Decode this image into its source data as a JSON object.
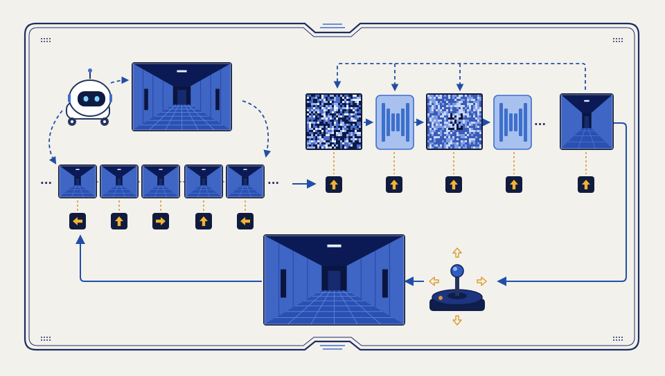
{
  "colors": {
    "background": "#f3f1ec",
    "frame": "#1b2d63",
    "flow_blue": "#1e4fa8",
    "dash_blue": "#1f4ea3",
    "tick_orange": "#d99a2b",
    "key_fill": "#101b3d",
    "key_arrow": "#f2b233",
    "denoiser_fill": "#a9c1ef",
    "denoiser_bar": "#3d6fcc",
    "corridor_dark": "#0b1a55",
    "corridor_mid": "#1f3f9a",
    "corridor_light": "#3f66c4",
    "robot_white": "#ffffff",
    "robot_face": "#0e1c44",
    "robot_eye": "#7fd3ff",
    "joystick_base": "#0f1e4a"
  },
  "icons": {
    "robot": "robot-icon",
    "joystick": "joystick-icon",
    "denoiser": "denoiser-icon",
    "noise": "noise-frame-icon",
    "corridor": "corridor-frame-icon",
    "arrow_key": "arrow-key-icon",
    "direction_hint": "direction-arrow-icon"
  },
  "ellipsis": "...",
  "context_actions": [
    "left",
    "up",
    "right",
    "up",
    "left"
  ],
  "denoise_steps": [
    "noise",
    "denoiser",
    "noise",
    "denoiser",
    "ellipsis",
    "frame"
  ],
  "step_conditioning_actions": [
    "up",
    "up",
    "up",
    "up",
    "up"
  ],
  "joystick_directions": [
    "up",
    "down",
    "left",
    "right"
  ]
}
